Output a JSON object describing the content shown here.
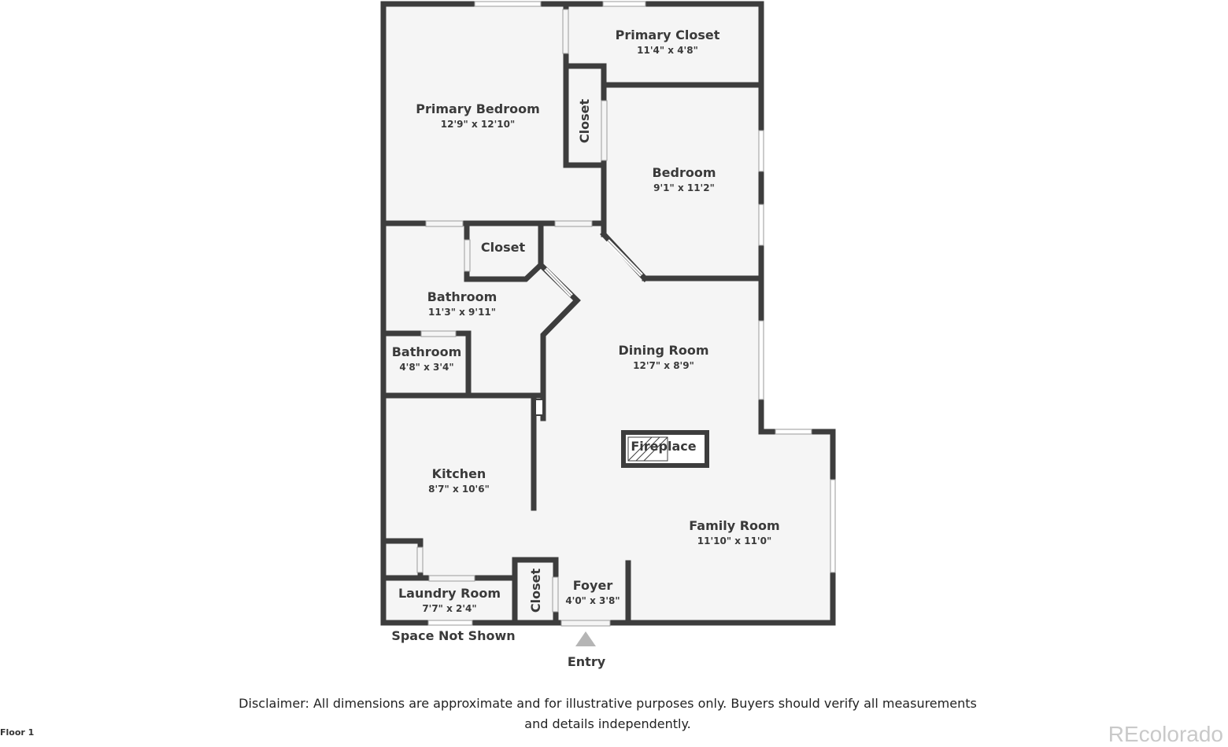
{
  "colors": {
    "wall": "#3d3d3d",
    "floor": "#f5f5f5",
    "window": "#ffffff",
    "text": "#3a3a3a",
    "entry_marker": "#b5b5b5",
    "watermark": "#c9c9c9"
  },
  "rooms": {
    "primary_bedroom": {
      "name": "Primary Bedroom",
      "dim": "12'9\" x 12'10\""
    },
    "primary_closet": {
      "name": "Primary Closet",
      "dim": "11'4\" x 4'8\""
    },
    "closet_vertical_top": {
      "name": "Closet"
    },
    "bedroom": {
      "name": "Bedroom",
      "dim": "9'1\" x 11'2\""
    },
    "closet_bath": {
      "name": "Closet"
    },
    "bathroom_large": {
      "name": "Bathroom",
      "dim": "11'3\" x 9'11\""
    },
    "bathroom_small": {
      "name": "Bathroom",
      "dim": "4'8\" x 3'4\""
    },
    "dining_room": {
      "name": "Dining Room",
      "dim": "12'7\" x 8'9\""
    },
    "fireplace": {
      "name": "Fireplace"
    },
    "kitchen": {
      "name": "Kitchen",
      "dim": "8'7\" x 10'6\""
    },
    "family_room": {
      "name": "Family Room",
      "dim": "11'10\" x 11'0\""
    },
    "laundry_room": {
      "name": "Laundry Room",
      "dim": "7'7\" x 2'4\""
    },
    "closet_foyer": {
      "name": "Closet"
    },
    "foyer": {
      "name": "Foyer",
      "dim": "4'0\" x 3'8\""
    }
  },
  "labels": {
    "space_not_shown": "Space Not Shown",
    "entry": "Entry"
  },
  "icons": {
    "entry_marker": "triangle-up-icon"
  },
  "disclaimer": {
    "line1": "Disclaimer: All dimensions are approximate and for illustrative purposes only. Buyers should verify all measurements",
    "line2": "and details independently."
  },
  "floor_label": "Floor 1",
  "watermark": "REcolorado"
}
